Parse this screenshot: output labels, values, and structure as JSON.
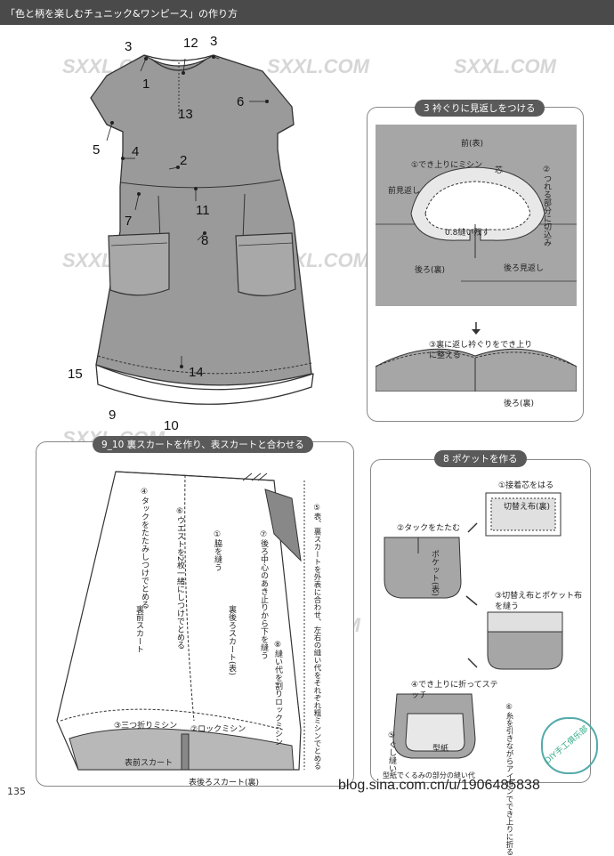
{
  "header": {
    "title": "「色と柄を楽しむチュニック&ワンピース」の作り方"
  },
  "dress": {
    "numbers": [
      "3",
      "12",
      "3",
      "1",
      "13",
      "6",
      "5",
      "4",
      "2",
      "7",
      "11",
      "8",
      "14",
      "15",
      "9",
      "10"
    ]
  },
  "collar_panel": {
    "step_label": "3 衿ぐりに見返しをつける",
    "front_label": "前(表)",
    "label_seam_top": "①でき上りにミシン",
    "label_core": "芯",
    "label_cut": "②つれる部分に切込み",
    "label_front_facing": "前見返し",
    "label_leave": "0.8縫い残す",
    "label_back": "後ろ(裏)",
    "label_back_facing": "後ろ見返し",
    "label_turn": "③裏に返し衿ぐりをでき上りに整える",
    "label_back_bottom": "後ろ(裏)"
  },
  "skirt_panel": {
    "step_label": "9_10 裏スカートを作り、表スカートと合わせる",
    "label_tuck": "④タックをたたみしつけでとめる",
    "label_waist": "⑥ウエストを2枚一緒にしつけでとめる",
    "label_side": "①脇を縫う",
    "label_center_back": "⑦後ろ中心のあき止りから下を縫う",
    "label_front_skirt": "裏前スカート",
    "label_back_skirt": "裏後ろスカート(表)",
    "label_seam_allow": "⑧縫い代を割りロックミシン",
    "label_right": "⑤表、裏スカートを外表に合わせ、左右の縫い代をそれぞれ粗ミシンでとめる",
    "label_hem": "③三つ折りミシン",
    "label_lock": "②ロックミシン",
    "label_front_outer": "表前スカート",
    "label_back_outer": "表後ろスカート(裏)"
  },
  "pocket_panel": {
    "step_label": "8 ポケットを作る",
    "label_interfacing": "①接着芯をはる",
    "label_switch": "切替え布(裏)",
    "label_tuck": "②タックをたたむ",
    "label_pocket": "ポケット(表)",
    "label_sew": "③切替え布とポケット布を縫う",
    "label_fold": "④でき上りに折ってステッチ",
    "label_paper": "型紙",
    "label_gather": "⑤ぐし縫い",
    "label_iron": "⑥糸を引きながらアイロンででき上りに折る",
    "label_bottom": "型紙でくるみの部分の縫い代"
  },
  "footer": {
    "page": "135",
    "url": "blog.sina.com.cn/u/1906485838",
    "badge": "DIY手工俱乐部"
  },
  "watermark": {
    "text": "SXXL.COM"
  }
}
